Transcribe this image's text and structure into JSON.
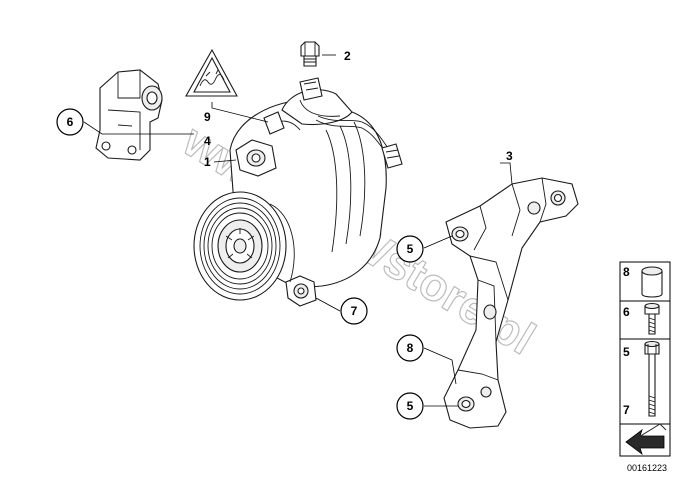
{
  "diagram": {
    "watermark": "www.BMWstore.pl",
    "image_number": "00161223",
    "parts": [
      {
        "id": "part-1",
        "number": "1"
      },
      {
        "id": "part-2",
        "number": "2"
      },
      {
        "id": "part-3",
        "number": "3"
      },
      {
        "id": "part-4",
        "number": "4"
      },
      {
        "id": "part-9",
        "number": "9"
      }
    ],
    "callouts": [
      {
        "number": "6"
      },
      {
        "number": "5"
      },
      {
        "number": "7"
      },
      {
        "number": "8"
      },
      {
        "number": "5"
      }
    ],
    "legend": [
      {
        "number": "8",
        "item": "spacer-sleeve"
      },
      {
        "number": "6",
        "item": "hex-bolt-short"
      },
      {
        "number": "5",
        "item": "hex-bolt-long"
      },
      {
        "number": "7",
        "item": "hex-bolt-long"
      }
    ]
  },
  "colors": {
    "line": "#1a1a1a",
    "watermark": "#bcbcbc",
    "background": "#ffffff"
  }
}
